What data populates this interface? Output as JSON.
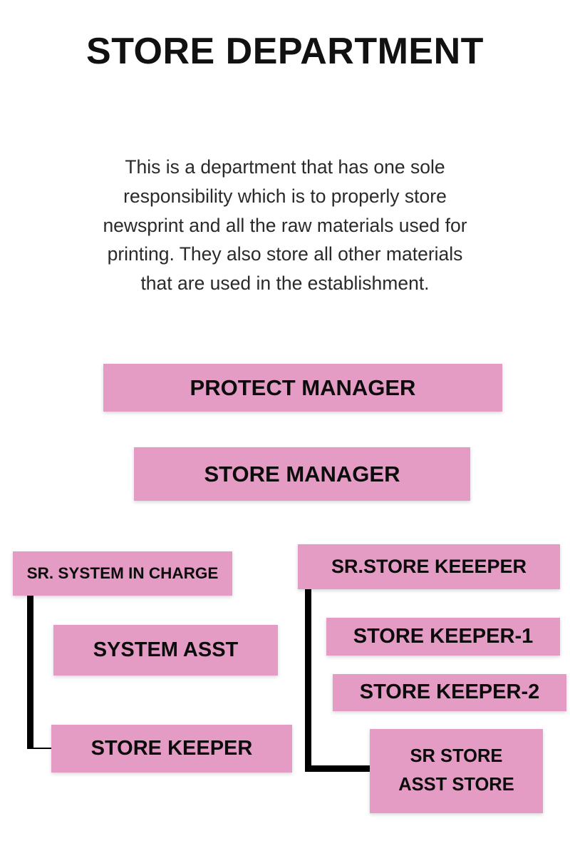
{
  "page": {
    "background_color": "#ffffff",
    "accent_color": "#e59cc4",
    "text_color": "#111111",
    "connector_color": "#000000"
  },
  "header": {
    "title": "STORE DEPARTMENT",
    "description": "This is a department that has one sole responsibility which is to properly store newsprint and all the raw materials used for printing. They also store all other materials that are used in the establishment."
  },
  "org_chart": {
    "nodes": [
      {
        "id": "protect-manager",
        "label": "PROTECT MANAGER"
      },
      {
        "id": "store-manager",
        "label": "STORE MANAGER"
      },
      {
        "id": "sr-system-in-charge",
        "label": "SR. SYSTEM IN CHARGE"
      },
      {
        "id": "system-asst",
        "label": "SYSTEM ASST"
      },
      {
        "id": "store-keeper-left",
        "label": "STORE KEEPER"
      },
      {
        "id": "sr-store-keeeper",
        "label": "SR.STORE KEEEPER"
      },
      {
        "id": "store-keeper-1",
        "label": "STORE KEEPER-1"
      },
      {
        "id": "store-keeper-2",
        "label": "STORE KEEPER-2"
      },
      {
        "id": "sr-store-asst-store",
        "label": "SR STORE\nASST STORE"
      }
    ]
  }
}
